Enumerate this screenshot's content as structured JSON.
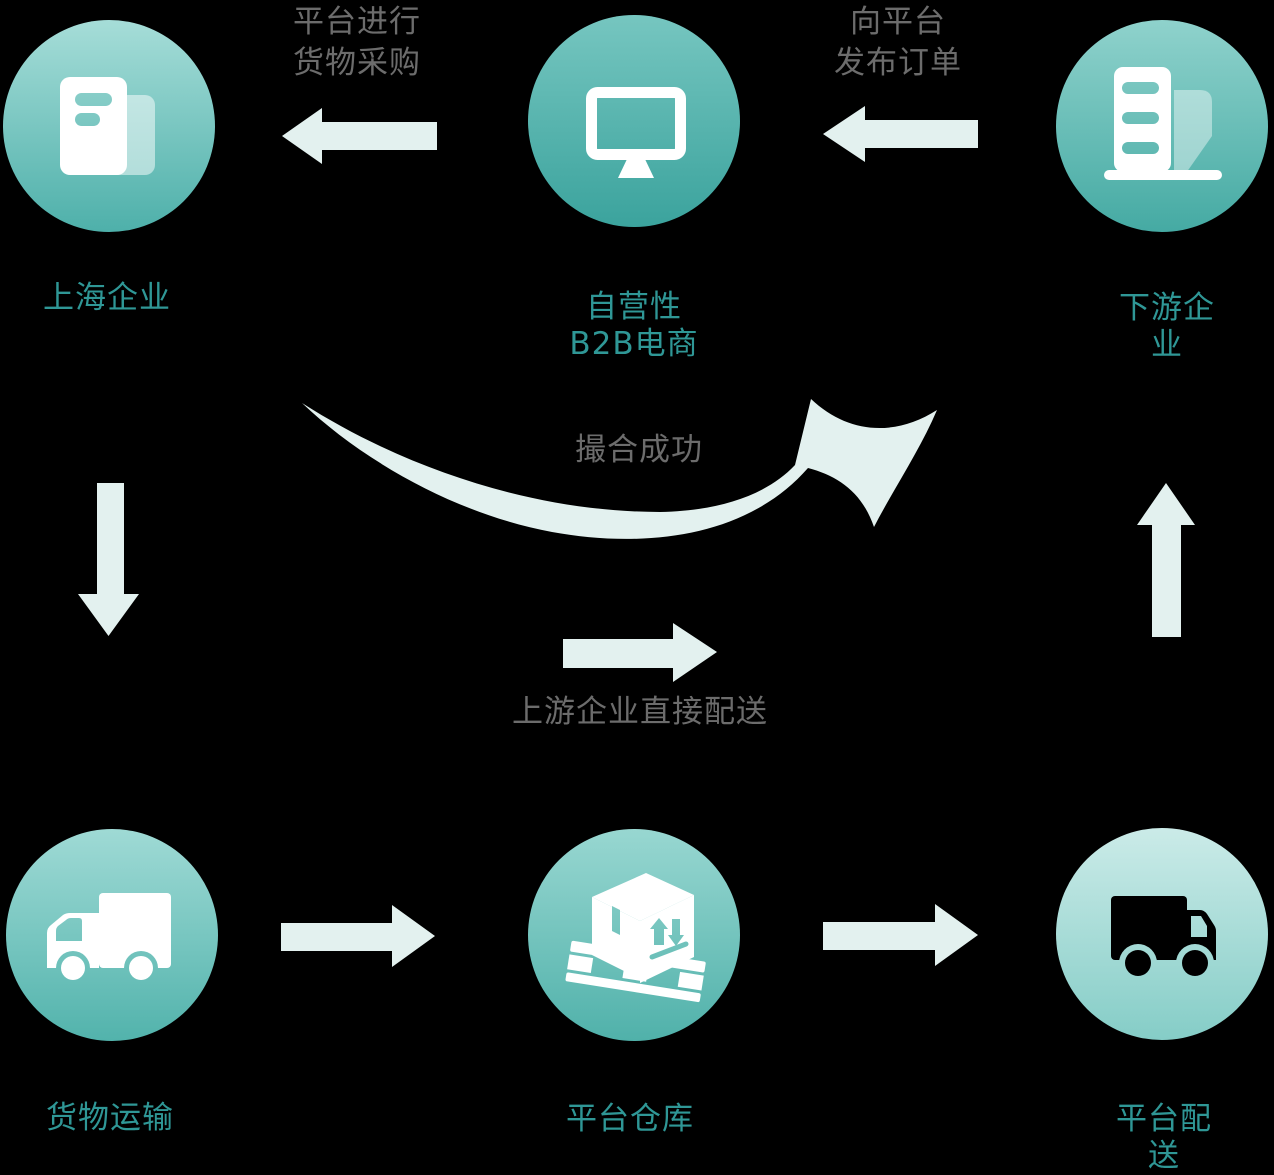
{
  "diagram": {
    "title_hint": "B2B e-commerce platform logistics flow diagram",
    "nodes": {
      "shanghai": {
        "label": "上海企业",
        "icon": "office-building-icon"
      },
      "b2b": {
        "label": "自营性\nB2B电商",
        "icon": "monitor-icon"
      },
      "downstream": {
        "label": "下游企业",
        "icon": "tall-building-icon"
      },
      "transport": {
        "label": "货物运输",
        "icon": "truck-left-icon"
      },
      "warehouse": {
        "label": "平台仓库",
        "icon": "pallet-box-icon"
      },
      "delivery": {
        "label": "平台配送",
        "icon": "truck-right-icon"
      }
    },
    "flows": {
      "procurement": {
        "label": "平台进行\n货物采购"
      },
      "publish_order": {
        "label": "向平台\n发布订单"
      },
      "match_success": {
        "label": "撮合成功"
      },
      "direct_delivery": {
        "label": "上游企业直接配送"
      }
    }
  },
  "palette": {
    "background": "#000000",
    "node_label_teal": "#2F9796",
    "flow_label_gray": "#6C6C6C",
    "arrow_mint": "#E3F1EF",
    "icon_white": "#FFFFFF",
    "circle_gradient_top": "#A6DDD8",
    "circle_gradient_bottom": "#4EB0AA",
    "light_circle_top": "#CBEBE8",
    "light_circle_bottom": "#85CDC7"
  }
}
